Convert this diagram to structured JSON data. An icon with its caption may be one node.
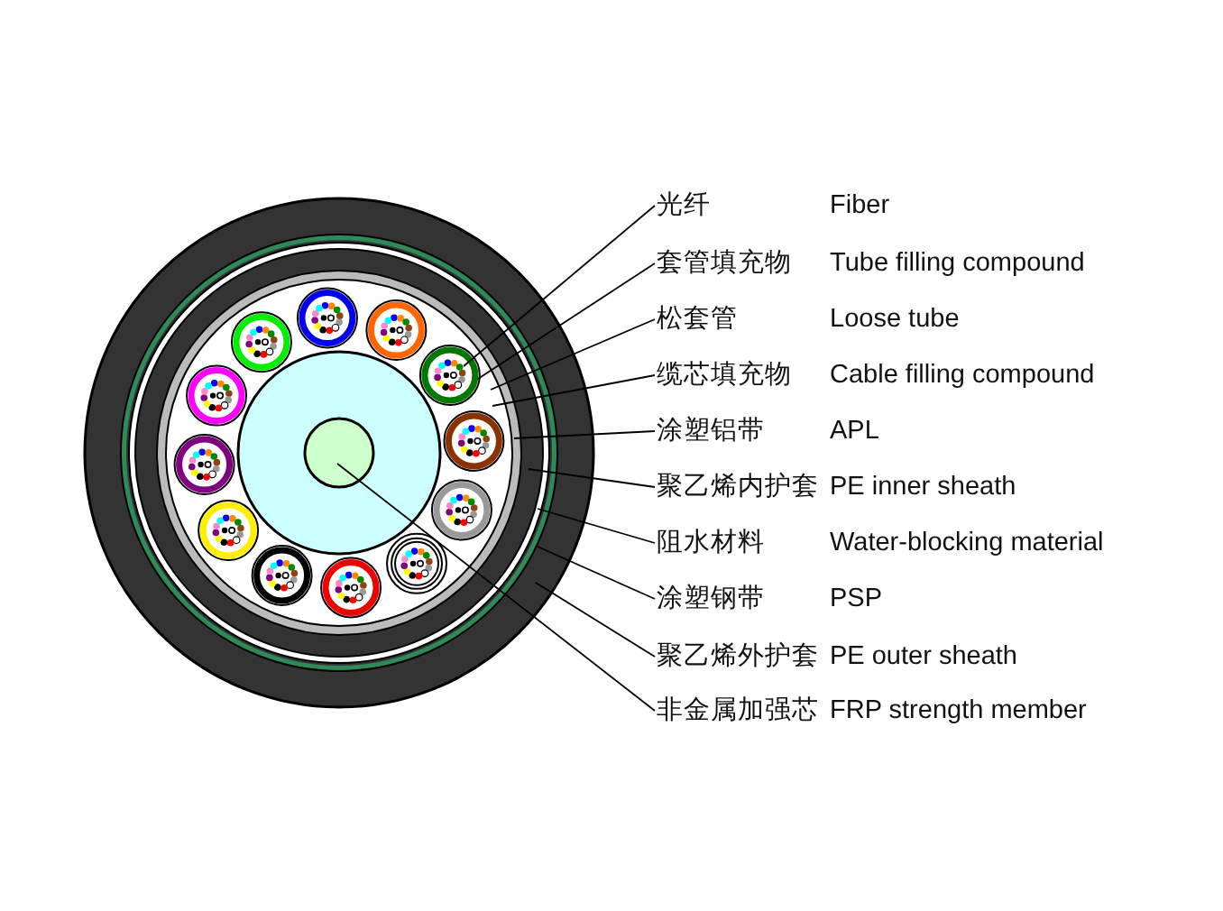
{
  "diagram": {
    "nodes": [
      {
        "text": [
          "光纤",
          "Fiber"
        ]
      },
      {
        "text": [
          "套管填充物",
          "Tube filling compound"
        ]
      },
      {
        "text": [
          "松套管",
          "Loose tube"
        ]
      },
      {
        "text": [
          "缆芯填充物",
          "Cable filling compound"
        ]
      },
      {
        "text": [
          "涂塑铝带",
          "APL"
        ]
      },
      {
        "text": [
          "聚乙烯内护套",
          "PE inner sheath"
        ]
      },
      {
        "text": [
          "阻水材料",
          "Water-blocking material"
        ]
      },
      {
        "text": [
          "涂塑钢带",
          "PSP"
        ]
      },
      {
        "text": [
          "聚乙烯外护套",
          "PE outer sheath"
        ]
      },
      {
        "text": [
          "非金属加强芯",
          "FRP strength member"
        ]
      }
    ],
    "edges": [
      {
        "from": 0,
        "to": null,
        "arrow": "none"
      },
      {
        "from": 1,
        "to": null,
        "arrow": "none"
      },
      {
        "from": 2,
        "to": null,
        "arrow": "none"
      },
      {
        "from": 3,
        "to": null,
        "arrow": "none"
      },
      {
        "from": 4,
        "to": null,
        "arrow": "none"
      },
      {
        "from": 5,
        "to": null,
        "arrow": "none"
      },
      {
        "from": 6,
        "to": null,
        "arrow": "none"
      },
      {
        "from": 7,
        "to": null,
        "arrow": "none"
      },
      {
        "from": 8,
        "to": null,
        "arrow": "none"
      },
      {
        "from": 9,
        "to": null,
        "arrow": "none"
      }
    ]
  }
}
